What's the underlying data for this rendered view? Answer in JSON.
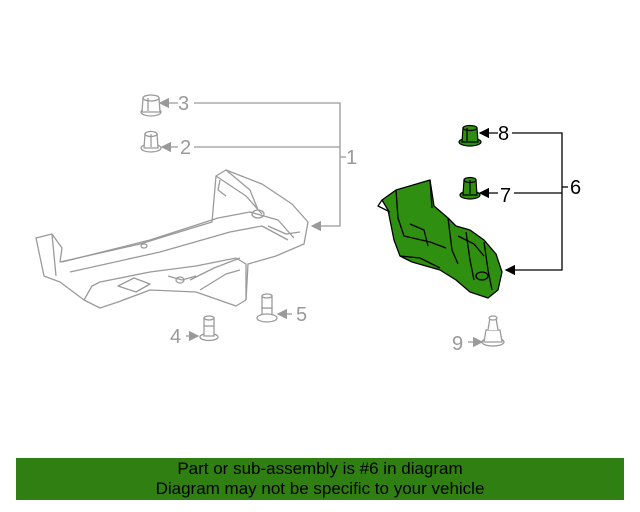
{
  "diagram": {
    "callouts": {
      "c1": "1",
      "c2": "2",
      "c3": "3",
      "c4": "4",
      "c5": "5",
      "c6": "6",
      "c7": "7",
      "c8": "8",
      "c9": "9"
    },
    "colors": {
      "highlight_part": "#2f8f10",
      "grey_part_line": "#9a9a9a",
      "active_line": "#000000"
    }
  },
  "banner": {
    "line1": "Part or sub-assembly is #6 in diagram",
    "line2": "Diagram may not be specific to your vehicle",
    "background": "#2f7f12"
  }
}
